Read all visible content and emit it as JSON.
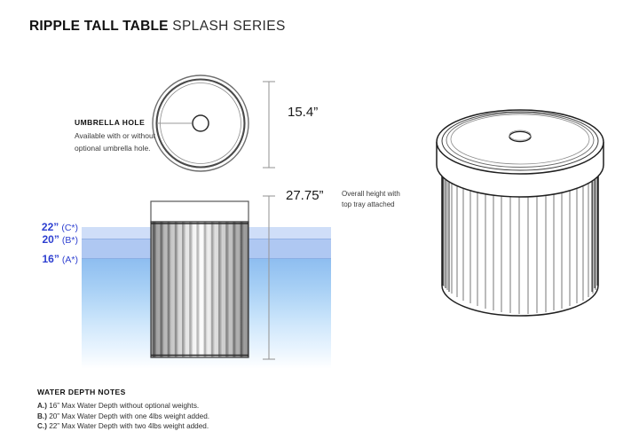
{
  "title": {
    "strong": "RIPPLE TALL TABLE",
    "light": "SPLASH SERIES"
  },
  "colors": {
    "water_c": "#cfdef8",
    "water_b": "#afc8f2",
    "water_a": "#8dbdf0",
    "label_blue": "#2d3fd0",
    "line": "#555555",
    "ink": "#1a1a1a"
  },
  "callouts": {
    "umbrella": {
      "heading": "UMBRELLA HOLE",
      "body": "Available with or without optional umbrella hole."
    },
    "height_note": {
      "body": "Overall height with top tray attached"
    }
  },
  "dimensions": {
    "diameter": "15.4”",
    "height": "27.75”"
  },
  "water_levels": [
    {
      "id": "c",
      "value": "22”",
      "code": "(C*)"
    },
    {
      "id": "b",
      "value": "20”",
      "code": "(B*)"
    },
    {
      "id": "a",
      "value": "16”",
      "code": "(A*)"
    }
  ],
  "notes": {
    "heading": "WATER DEPTH NOTES",
    "items": [
      {
        "key": "A.)",
        "text": "16” Max Water Depth without optional weights."
      },
      {
        "key": "B.)",
        "text": "20” Max Water Depth with one 4lbs weight added."
      },
      {
        "key": "C.)",
        "text": "22” Max Water Depth with two 4lbs weight added."
      }
    ]
  },
  "views": {
    "top_view": "top-plan-view",
    "front_view": "front-elevation-view",
    "iso_view": "isometric-product-view"
  }
}
